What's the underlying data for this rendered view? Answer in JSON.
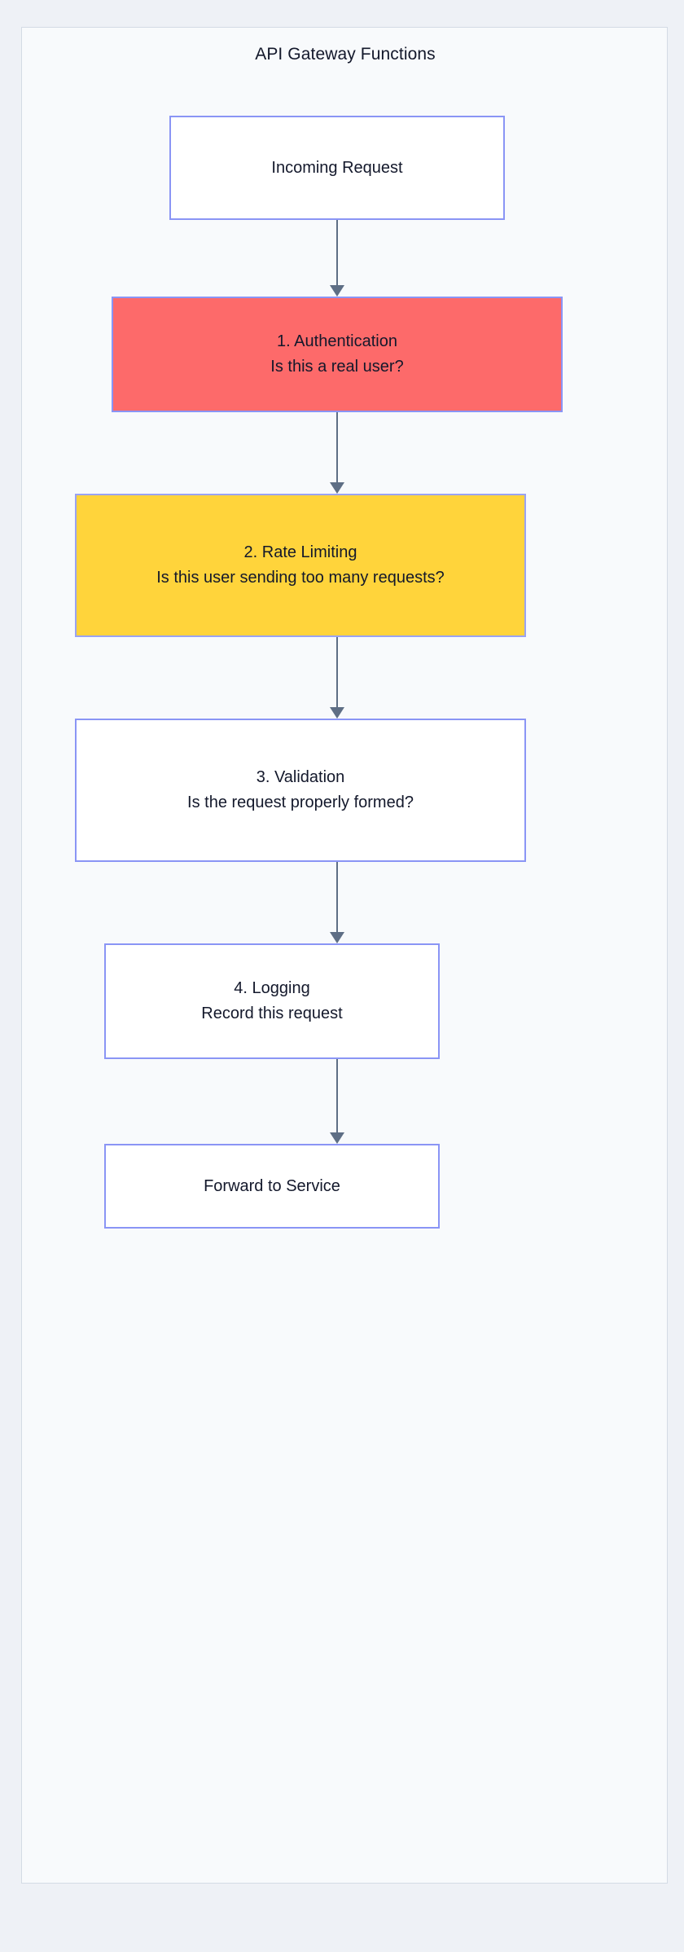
{
  "diagram": {
    "title": "API Gateway Functions",
    "type": "flowchart",
    "direction": "top-to-bottom",
    "colors": {
      "page_background": "#eef1f6",
      "frame_background": "#f8fafc",
      "frame_border": "#d3dbe5",
      "node_border": "#8a95f5",
      "node_fill_default": "#ffffff",
      "node_fill_alert": "#fd6a6a",
      "node_fill_warning": "#ffd43b",
      "connector": "#5e6e85",
      "text": "#13182b"
    },
    "nodes": [
      {
        "id": "incoming-request",
        "lines": [
          "Incoming Request"
        ],
        "fill": "default"
      },
      {
        "id": "authentication",
        "lines": [
          "1. Authentication",
          "Is this a real user?"
        ],
        "fill": "alert"
      },
      {
        "id": "rate-limiting",
        "lines": [
          "2. Rate Limiting",
          "Is this user sending too many requests?"
        ],
        "fill": "warning"
      },
      {
        "id": "validation",
        "lines": [
          "3. Validation",
          "Is the request properly formed?"
        ],
        "fill": "default"
      },
      {
        "id": "logging",
        "lines": [
          "4. Logging",
          "Record this request"
        ],
        "fill": "default"
      },
      {
        "id": "forward-to-service",
        "lines": [
          "Forward to Service"
        ],
        "fill": "default"
      }
    ],
    "edges": [
      {
        "from": "incoming-request",
        "to": "authentication"
      },
      {
        "from": "authentication",
        "to": "rate-limiting"
      },
      {
        "from": "rate-limiting",
        "to": "validation"
      },
      {
        "from": "validation",
        "to": "logging"
      },
      {
        "from": "logging",
        "to": "forward-to-service"
      }
    ]
  }
}
